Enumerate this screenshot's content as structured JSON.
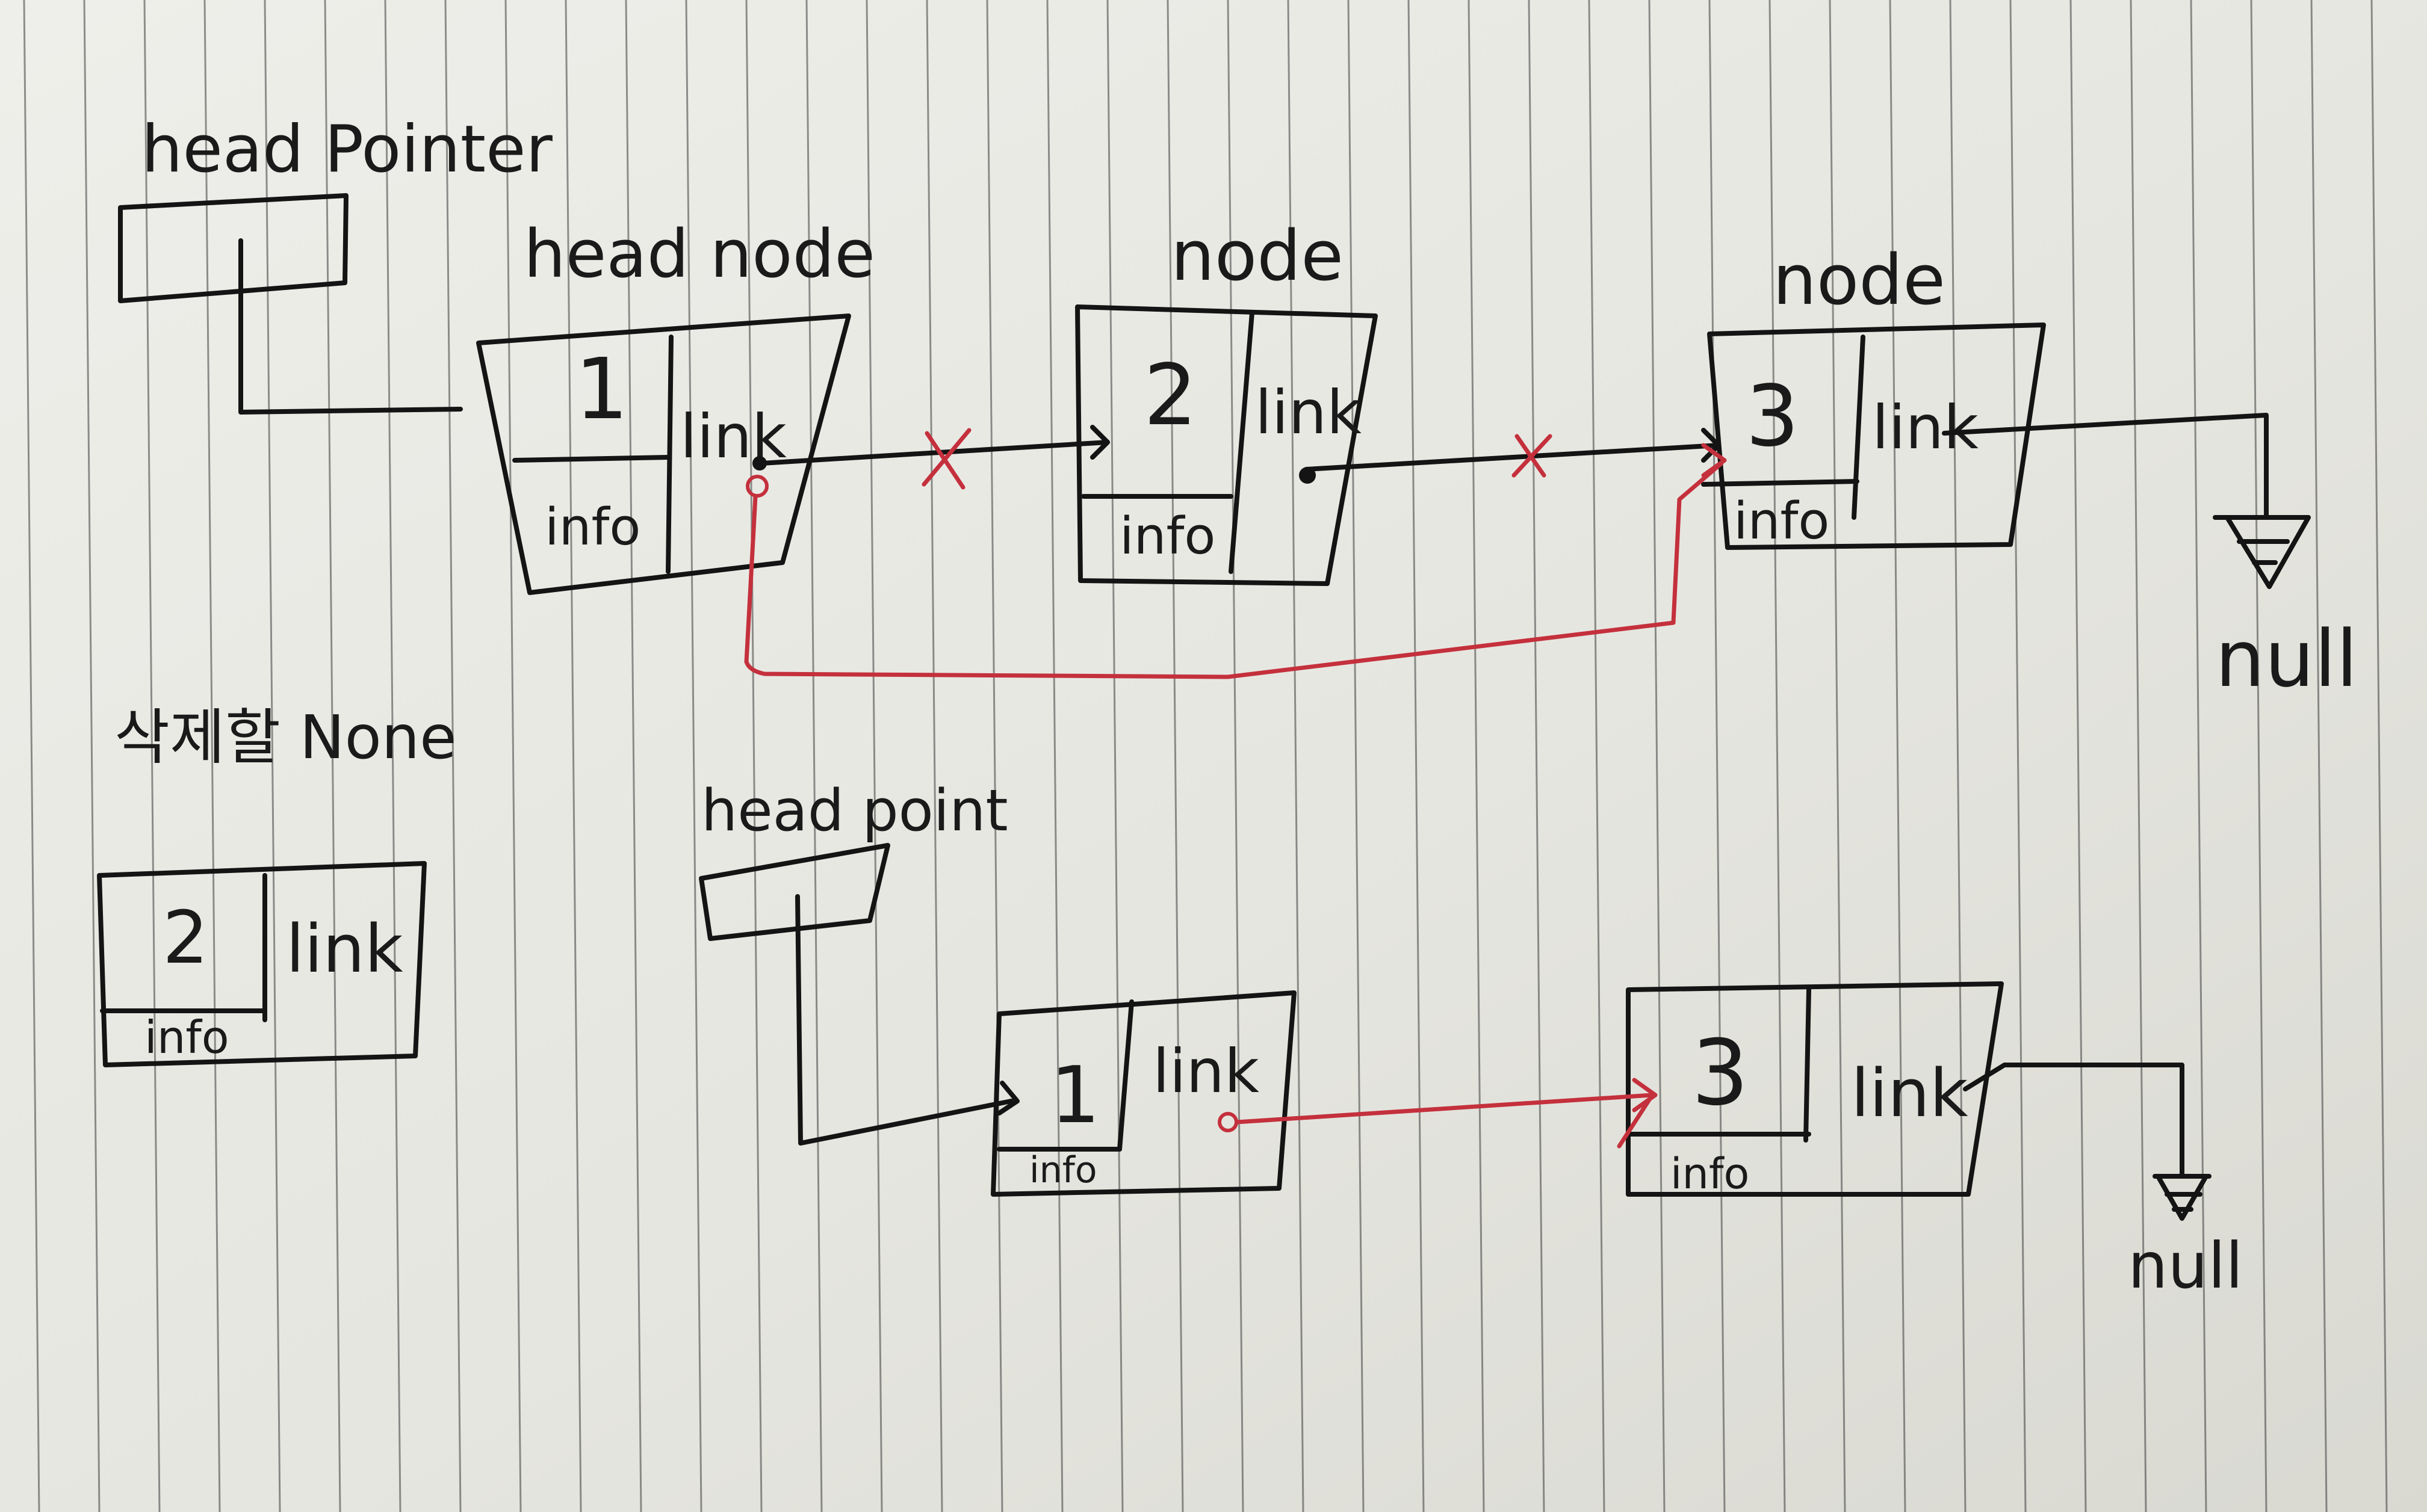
{
  "top": {
    "head_pointer_label": "head Pointer",
    "head_node_caption": "head node",
    "node_captions": [
      "node",
      "node"
    ],
    "nodes": [
      {
        "value": "1",
        "info": "info",
        "link": "link"
      },
      {
        "value": "2",
        "info": "info",
        "link": "link"
      },
      {
        "value": "3",
        "info": "info",
        "link": "link"
      }
    ],
    "null_label": "null"
  },
  "deleted": {
    "caption": "삭제할 None",
    "node": {
      "value": "2",
      "info": "info",
      "link": "link"
    }
  },
  "bottom": {
    "head_pointer_label": "head point",
    "nodes": [
      {
        "value": "1",
        "info": "info",
        "link": "link"
      },
      {
        "value": "3",
        "info": "info",
        "link": "link"
      }
    ],
    "null_label": "null"
  },
  "colors": {
    "ink": "#141414",
    "red_pen": "#c4303c",
    "paper": "#e9e9e4"
  }
}
